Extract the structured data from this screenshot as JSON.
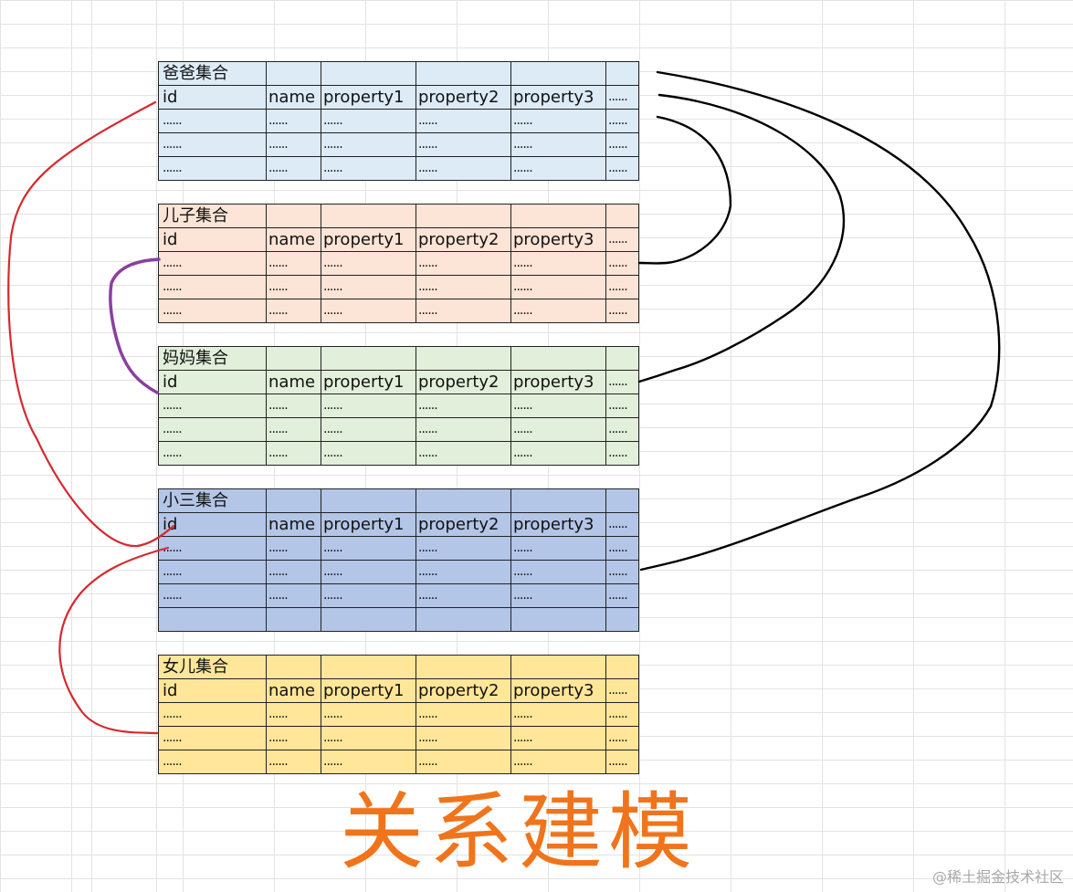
{
  "columns": [
    "id",
    "name",
    "property1",
    "property2",
    "property3",
    "......"
  ],
  "collections": [
    {
      "key": "father",
      "title": "爸爸集合",
      "color": "#ddebf7",
      "rows": [
        [
          "......",
          "......",
          "......",
          "......",
          "......",
          "......"
        ],
        [
          "......",
          "......",
          "......",
          "......",
          "......",
          "......"
        ],
        [
          "......",
          "......",
          "......",
          "......",
          "......",
          "......"
        ]
      ]
    },
    {
      "key": "son",
      "title": "儿子集合",
      "color": "#fce4d6",
      "rows": [
        [
          "......",
          "......",
          "......",
          "......",
          "......",
          "......"
        ],
        [
          "......",
          "......",
          "......",
          "......",
          "......",
          "......"
        ],
        [
          "......",
          "......",
          "......",
          "......",
          "......",
          "......"
        ]
      ]
    },
    {
      "key": "mother",
      "title": "妈妈集合",
      "color": "#e2efda",
      "rows": [
        [
          "......",
          "......",
          "......",
          "......",
          "......",
          "......"
        ],
        [
          "......",
          "......",
          "......",
          "......",
          "......",
          "......"
        ],
        [
          "......",
          "......",
          "......",
          "......",
          "......",
          "......"
        ]
      ]
    },
    {
      "key": "mistress",
      "title": "小三集合",
      "color": "#b4c6e7",
      "rows": [
        [
          "......",
          "......",
          "......",
          "......",
          "......",
          "......"
        ],
        [
          "......",
          "......",
          "......",
          "......",
          "......",
          "......"
        ],
        [
          "......",
          "......",
          "......",
          "......",
          "......",
          "......"
        ],
        [
          "",
          "",
          "",
          "",
          "",
          ""
        ]
      ]
    },
    {
      "key": "daughter",
      "title": "女儿集合",
      "color": "#ffe699",
      "rows": [
        [
          "......",
          "......",
          "......",
          "......",
          "......",
          "......"
        ],
        [
          "......",
          "......",
          "......",
          "......",
          "......",
          "......"
        ],
        [
          "......",
          "......",
          "......",
          "......",
          "......",
          "......"
        ]
      ]
    }
  ],
  "caption": "关系建模",
  "watermark": "@稀土掘金技术社区",
  "relation_colors": {
    "red": "#d42a30",
    "purple": "#8c3fa0",
    "black": "#000000"
  }
}
